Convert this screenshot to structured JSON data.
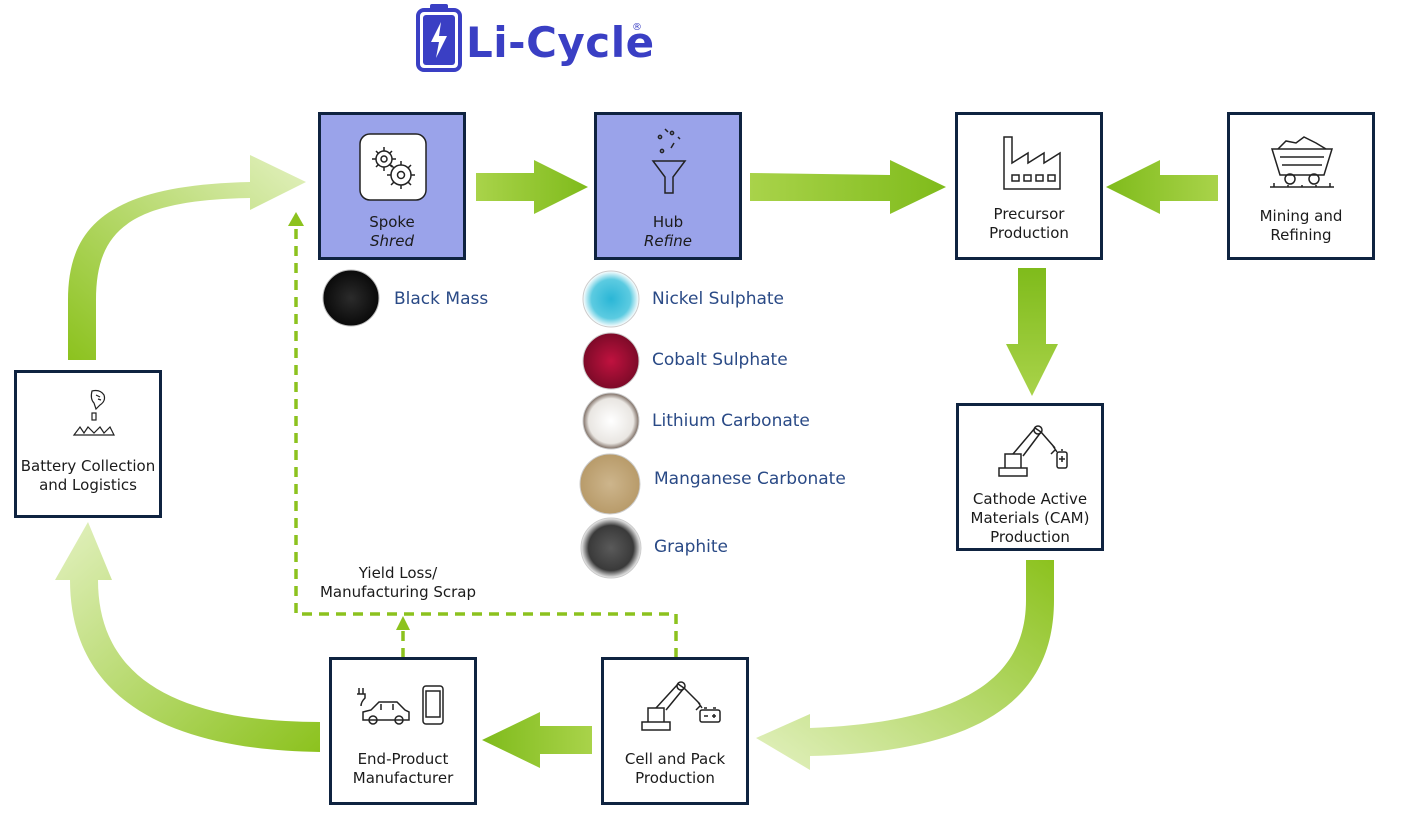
{
  "logo": {
    "text": "Li-Cycle",
    "registered": "®"
  },
  "nodes": {
    "spoke": {
      "title": "Spoke",
      "subtitle": "Shred"
    },
    "hub": {
      "title": "Hub",
      "subtitle": "Refine"
    },
    "precursor": {
      "line1": "Precursor",
      "line2": "Production"
    },
    "mining": {
      "line1": "Mining and",
      "line2": "Refining"
    },
    "cam": {
      "line1": "Cathode Active",
      "line2": "Materials (CAM)",
      "line3": "Production"
    },
    "cell_pack": {
      "line1": "Cell and Pack",
      "line2": "Production"
    },
    "end_product": {
      "line1": "End-Product",
      "line2": "Manufacturer"
    },
    "battery_collection": {
      "line1": "Battery Collection",
      "line2": "and Logistics"
    }
  },
  "spoke_output": "Black Mass",
  "hub_outputs": [
    "Nickel Sulphate",
    "Cobalt Sulphate",
    "Lithium Carbonate",
    "Manganese Carbonate",
    "Graphite"
  ],
  "scrap_loop": {
    "line1": "Yield Loss/",
    "line2": "Manufacturing Scrap"
  },
  "colors": {
    "box_border": "#0f2340",
    "box_fill_highlight": "#9aa3ea",
    "arrow_green": "#8cc21e",
    "arrow_green_light": "#e3f1c0",
    "material_text": "#2a4a86",
    "logo_blue": "#3a3fc4"
  }
}
